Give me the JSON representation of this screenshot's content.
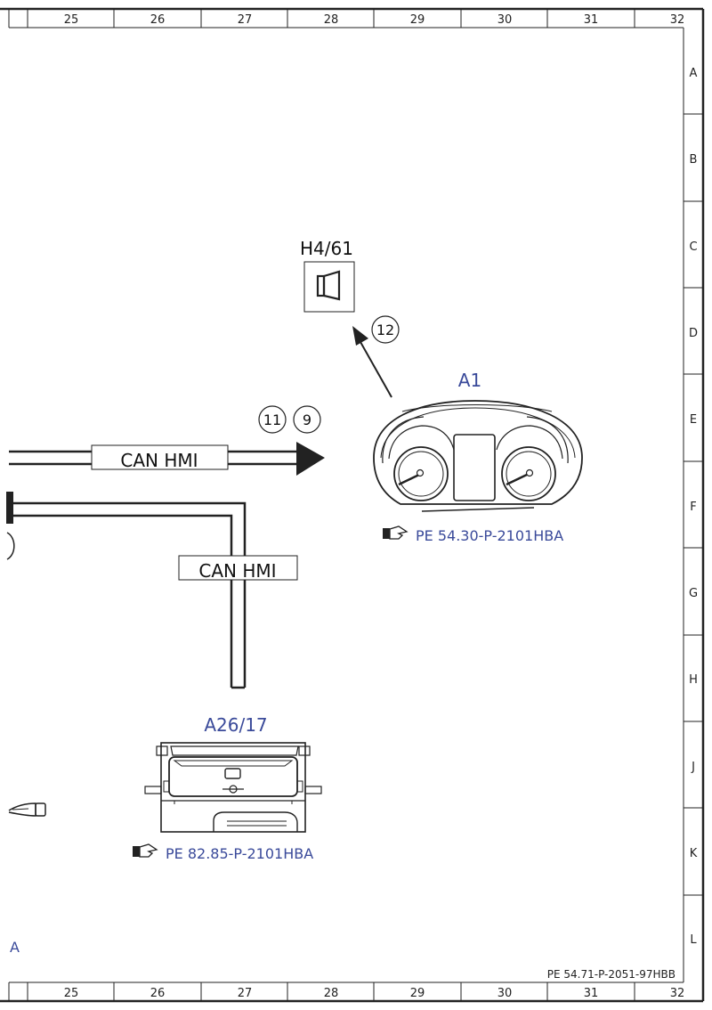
{
  "sheet": {
    "columns": [
      "25",
      "26",
      "27",
      "28",
      "29",
      "30",
      "31",
      "32"
    ],
    "rows": [
      "A",
      "B",
      "C",
      "D",
      "E",
      "F",
      "G",
      "H",
      "J",
      "K",
      "L"
    ],
    "document_ref": "PE 54.71-P-2051-97HBB"
  },
  "components": {
    "speaker": {
      "tag": "H4/61",
      "icon": "speaker-icon"
    },
    "instrument_cluster": {
      "tag": "A1",
      "link": "PE 54.30-P-2101HBA",
      "icon": "pointing-hand-icon"
    },
    "head_unit": {
      "tag": "A26/17",
      "link": "PE 82.85-P-2101HBA",
      "icon": "pointing-hand-icon"
    }
  },
  "buses": {
    "upper": {
      "label": "CAN HMI"
    },
    "lower": {
      "label": "CAN HMI"
    }
  },
  "signals": [
    {
      "number": "11"
    },
    {
      "number": "9"
    },
    {
      "number": "12"
    }
  ],
  "partial_left_label": "A",
  "colors": {
    "line": "#222222",
    "component_label": "#3a4a9a"
  }
}
